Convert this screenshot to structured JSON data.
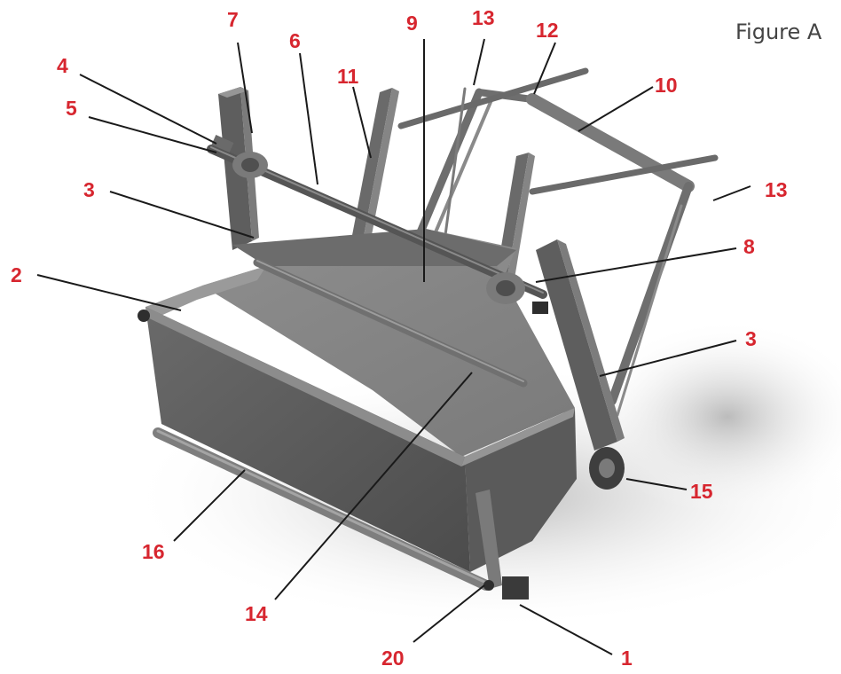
{
  "figure": {
    "caption": "Figure A"
  },
  "colors": {
    "callout": "#d7262f",
    "metal_dark": "#545454",
    "metal_mid": "#6e6e6e",
    "metal_light": "#8a8a8a",
    "shadow": "#c8c8c8"
  },
  "callouts": [
    {
      "id": "c1",
      "label": "1"
    },
    {
      "id": "c2",
      "label": "2"
    },
    {
      "id": "c3a",
      "label": "3"
    },
    {
      "id": "c3b",
      "label": "3"
    },
    {
      "id": "c4",
      "label": "4"
    },
    {
      "id": "c5",
      "label": "5"
    },
    {
      "id": "c6",
      "label": "6"
    },
    {
      "id": "c7",
      "label": "7"
    },
    {
      "id": "c8",
      "label": "8"
    },
    {
      "id": "c9",
      "label": "9"
    },
    {
      "id": "c10",
      "label": "10"
    },
    {
      "id": "c11",
      "label": "11"
    },
    {
      "id": "c12",
      "label": "12"
    },
    {
      "id": "c13a",
      "label": "13"
    },
    {
      "id": "c13b",
      "label": "13"
    },
    {
      "id": "c14",
      "label": "14"
    },
    {
      "id": "c15",
      "label": "15"
    },
    {
      "id": "c16",
      "label": "16"
    },
    {
      "id": "c20",
      "label": "20"
    }
  ]
}
